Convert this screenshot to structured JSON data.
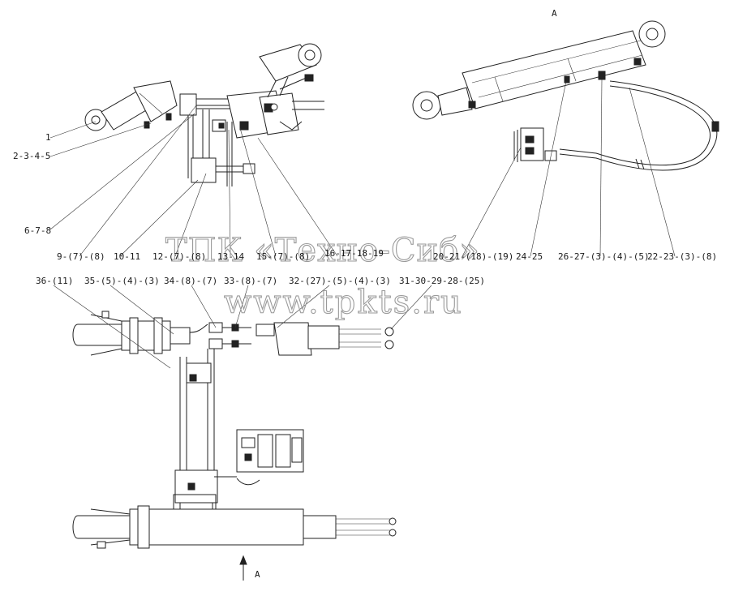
{
  "view_marker": "A",
  "arrow_label": "A",
  "watermark": {
    "line1": "ТПК «Техно-Сиб»",
    "line2": "www.tpkts.ru"
  },
  "callouts": [
    {
      "id": "c1",
      "text": "1"
    },
    {
      "id": "c2",
      "text": "2-3-4-5"
    },
    {
      "id": "c3",
      "text": "6-7-8"
    },
    {
      "id": "c4",
      "text": "9-(7)-(8)"
    },
    {
      "id": "c5",
      "text": "10-11"
    },
    {
      "id": "c6",
      "text": "12-(7)-(8)"
    },
    {
      "id": "c7",
      "text": "13-14"
    },
    {
      "id": "c8",
      "text": "15-(7)-(8)"
    },
    {
      "id": "c9",
      "text": "16-17-18-19"
    },
    {
      "id": "c10",
      "text": "20-21-(18)-(19)"
    },
    {
      "id": "c11",
      "text": "24-25"
    },
    {
      "id": "c12",
      "text": "26-27-(3)-(4)-(5)"
    },
    {
      "id": "c13",
      "text": "22-23-(3)-(8)"
    },
    {
      "id": "c14",
      "text": "36-(11)"
    },
    {
      "id": "c15",
      "text": "35-(5)-(4)-(3)"
    },
    {
      "id": "c16",
      "text": "34-(8)-(7)"
    },
    {
      "id": "c17",
      "text": "33-(8)-(7)"
    },
    {
      "id": "c18",
      "text": "32-(27)-(5)-(4)-(3)"
    },
    {
      "id": "c19",
      "text": "31-30-29-28-(25)"
    }
  ]
}
